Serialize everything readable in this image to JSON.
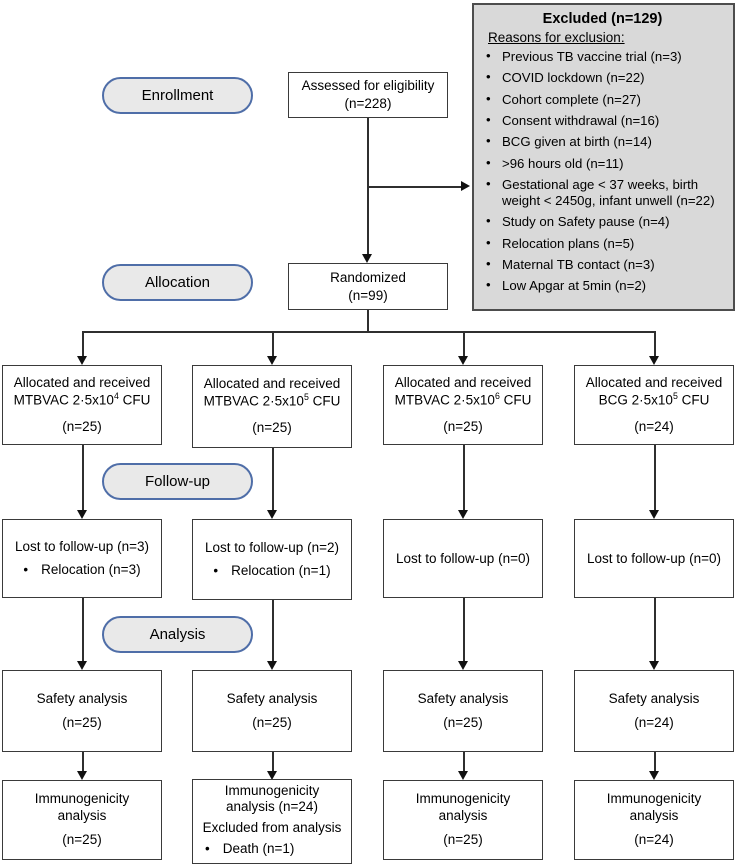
{
  "colors": {
    "pill_border": "#4f6ea8",
    "pill_fill": "#e9e9e9",
    "excluded_fill": "#d9d9d9",
    "box_border": "#3a3a3a",
    "connector": "#2f2f2f"
  },
  "stages": {
    "enrollment": "Enrollment",
    "allocation": "Allocation",
    "followup": "Follow-up",
    "analysis": "Analysis"
  },
  "assessed": {
    "line1": "Assessed for eligibility",
    "n": "(n=228)"
  },
  "randomized": {
    "line1": "Randomized",
    "n": "(n=99)"
  },
  "excluded": {
    "title": "Excluded (n=129)",
    "subtitle": "Reasons for exclusion:",
    "reasons": [
      "Previous TB vaccine trial (n=3)",
      "COVID lockdown (n=22)",
      "Cohort complete (n=27)",
      "Consent withdrawal (n=16)",
      "BCG given at birth (n=14)",
      ">96 hours old (n=11)",
      "Gestational age < 37 weeks, birth weight < 2450g, infant unwell (n=22)",
      "Study on Safety pause (n=4)",
      "Relocation plans (n=5)",
      "Maternal TB contact (n=3)",
      "Low Apgar at 5min (n=2)"
    ]
  },
  "bullet_char": "•",
  "columns": [
    {
      "alloc_line1": "Allocated and received",
      "alloc_base": "MTBVAC 2·5x10",
      "alloc_exp": "4",
      "alloc_unit": " CFU",
      "alloc_n": "(n=25)",
      "lost_title": "Lost to follow-up (n=3)",
      "lost_bullet": "Relocation (n=3)",
      "safety_title": "Safety analysis",
      "safety_n": "(n=25)",
      "immuno_line1": "Immunogenicity",
      "immuno_line2": "analysis",
      "immuno_n": "(n=25)"
    },
    {
      "alloc_line1": "Allocated and received",
      "alloc_base": "MTBVAC 2·5x10",
      "alloc_exp": "5",
      "alloc_unit": " CFU",
      "alloc_n": "(n=25)",
      "lost_title": "Lost to follow-up (n=2)",
      "lost_bullet": "Relocation (n=1)",
      "safety_title": "Safety analysis",
      "safety_n": "(n=25)",
      "immuno_line1": "Immunogenicity",
      "immuno_line2": "analysis (n=24)",
      "immuno_excluded": "Excluded from analysis",
      "immuno_bullet": "Death (n=1)"
    },
    {
      "alloc_line1": "Allocated and received",
      "alloc_base": "MTBVAC 2·5x10",
      "alloc_exp": "6",
      "alloc_unit": " CFU",
      "alloc_n": "(n=25)",
      "lost_title": "Lost to follow-up (n=0)",
      "safety_title": "Safety analysis",
      "safety_n": "(n=25)",
      "immuno_line1": "Immunogenicity",
      "immuno_line2": "analysis",
      "immuno_n": "(n=25)"
    },
    {
      "alloc_line1": "Allocated and received",
      "alloc_base": "BCG 2·5x10",
      "alloc_exp": "5",
      "alloc_unit": " CFU",
      "alloc_n": "(n=24)",
      "lost_title": "Lost to follow-up (n=0)",
      "safety_title": "Safety analysis",
      "safety_n": "(n=24)",
      "immuno_line1": "Immunogenicity",
      "immuno_line2": "analysis",
      "immuno_n": "(n=24)"
    }
  ]
}
